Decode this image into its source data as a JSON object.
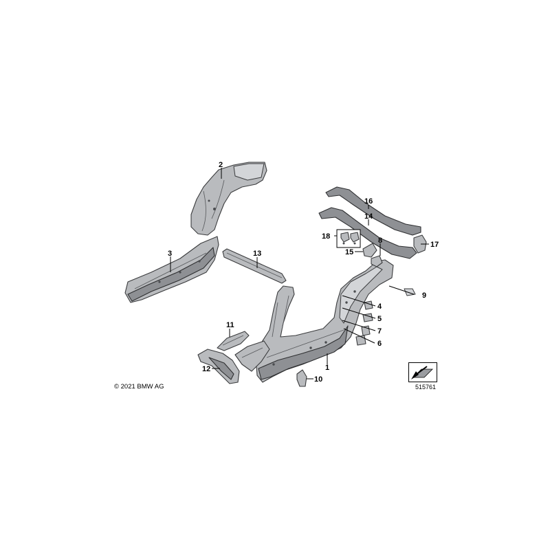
{
  "copyright": "© 2021 BMW AG",
  "diagram_number": "515761",
  "callouts": [
    "1",
    "2",
    "3",
    "4",
    "5",
    "6",
    "7",
    "8",
    "9",
    "10",
    "11",
    "12",
    "13",
    "14",
    "15",
    "16",
    "17",
    "18"
  ]
}
